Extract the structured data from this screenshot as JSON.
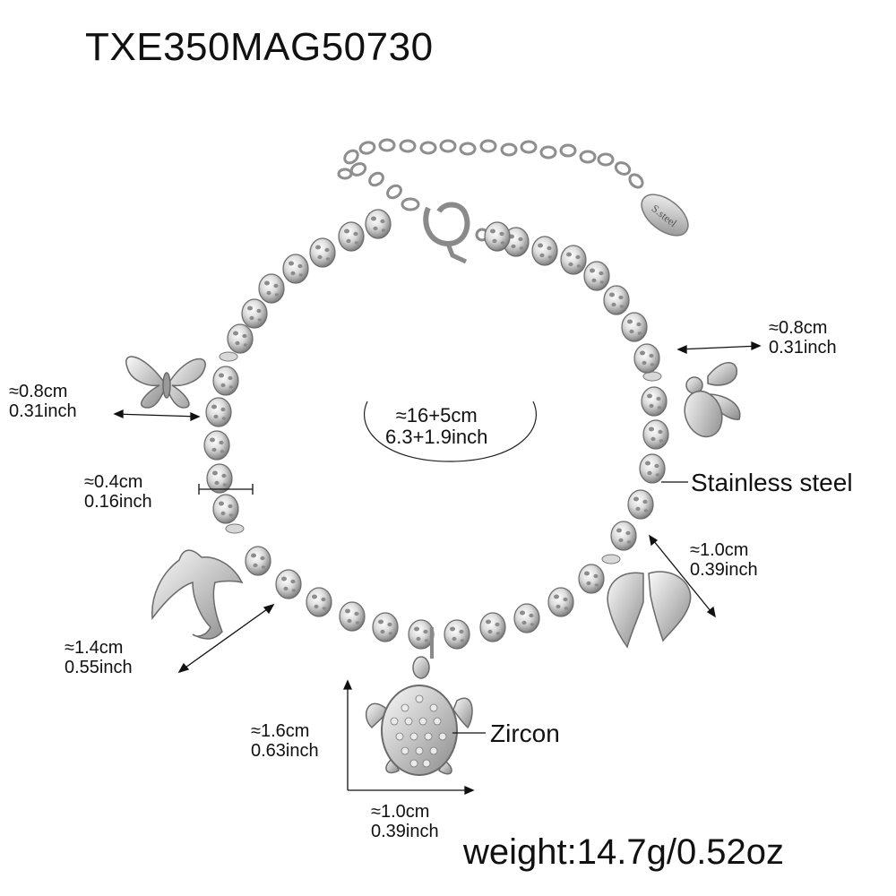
{
  "product": {
    "sku": "TXE350MAG50730",
    "weight": "weight:14.7g/0.52oz",
    "length": {
      "metric": "≈16+5cm",
      "imperial": "6.3+1.9inch"
    },
    "tag_engraving": "S.steel"
  },
  "materials": {
    "steel": "Stainless steel",
    "zircon": "Zircon"
  },
  "dimensions": {
    "butterfly": {
      "metric": "≈0.8cm",
      "imperial": "0.31inch"
    },
    "bead": {
      "metric": "≈0.4cm",
      "imperial": "0.16inch"
    },
    "bird": {
      "metric": "≈1.4cm",
      "imperial": "0.55inch"
    },
    "turtle_height": {
      "metric": "≈1.6cm",
      "imperial": "0.63inch"
    },
    "turtle_width": {
      "metric": "≈1.0cm",
      "imperial": "0.39inch"
    },
    "bee": {
      "metric": "≈0.8cm",
      "imperial": "0.31inch"
    },
    "wings": {
      "metric": "≈1.0cm",
      "imperial": "0.39inch"
    }
  },
  "colors": {
    "metal_light": "#f4f4f4",
    "metal_mid": "#c9c9c9",
    "metal_dark": "#7a7a7a",
    "text": "#111111"
  }
}
